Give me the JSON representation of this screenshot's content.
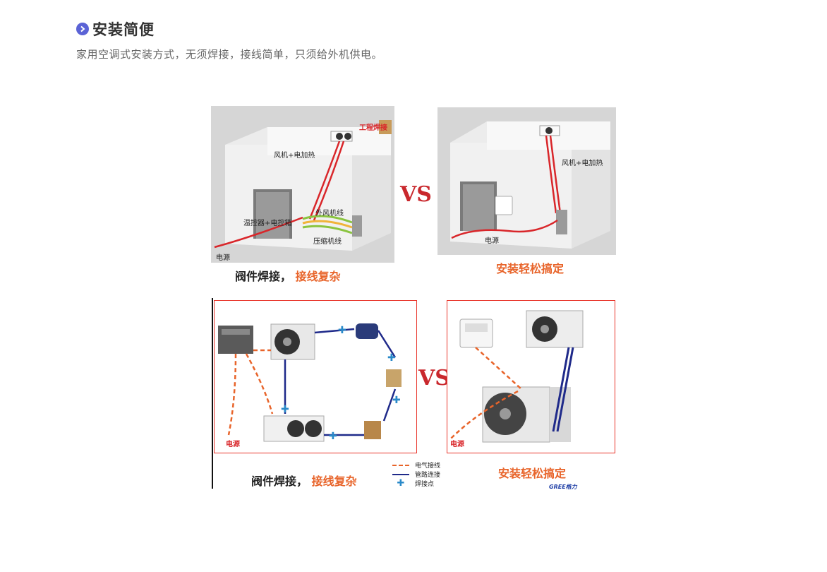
{
  "section": {
    "title": "安装简便",
    "description": "家用空调式安装方式，无须焊接，接线简单，只须给外机供电。",
    "bullet_icon": "chevron-right-circle-icon",
    "bullet_color": "#5b63d6"
  },
  "top_comparison": {
    "left_labels": {
      "weld": "工程焊接",
      "fan_heat": "风机+电加热",
      "outdoor_fan_line": "外风机线",
      "thermostat_box": "温控器+电控箱",
      "compressor_line": "压缩机线",
      "power": "电源"
    },
    "right_labels": {
      "fan_heat": "风机+电加热",
      "power": "电源"
    },
    "vs": "VS",
    "left_caption_dark": "阀件焊接，",
    "left_caption_orange": "接线复杂",
    "right_caption": "安装轻松搞定"
  },
  "bottom_comparison": {
    "left_power": "电源",
    "right_power": "电源",
    "vs": "VS",
    "left_caption_dark": "阀件焊接，",
    "left_caption_orange": "接线复杂",
    "right_caption": "安装轻松搞定",
    "legend": {
      "electric": "电气接线",
      "pipe": "管路连接",
      "weld_point": "焊接点"
    },
    "logo": "GREE格力"
  },
  "colors": {
    "accent_red": "#c9282d",
    "accent_orange": "#e8642a",
    "pipe_navy": "#1f2a8a",
    "weld_blue": "#2a8ac9"
  }
}
